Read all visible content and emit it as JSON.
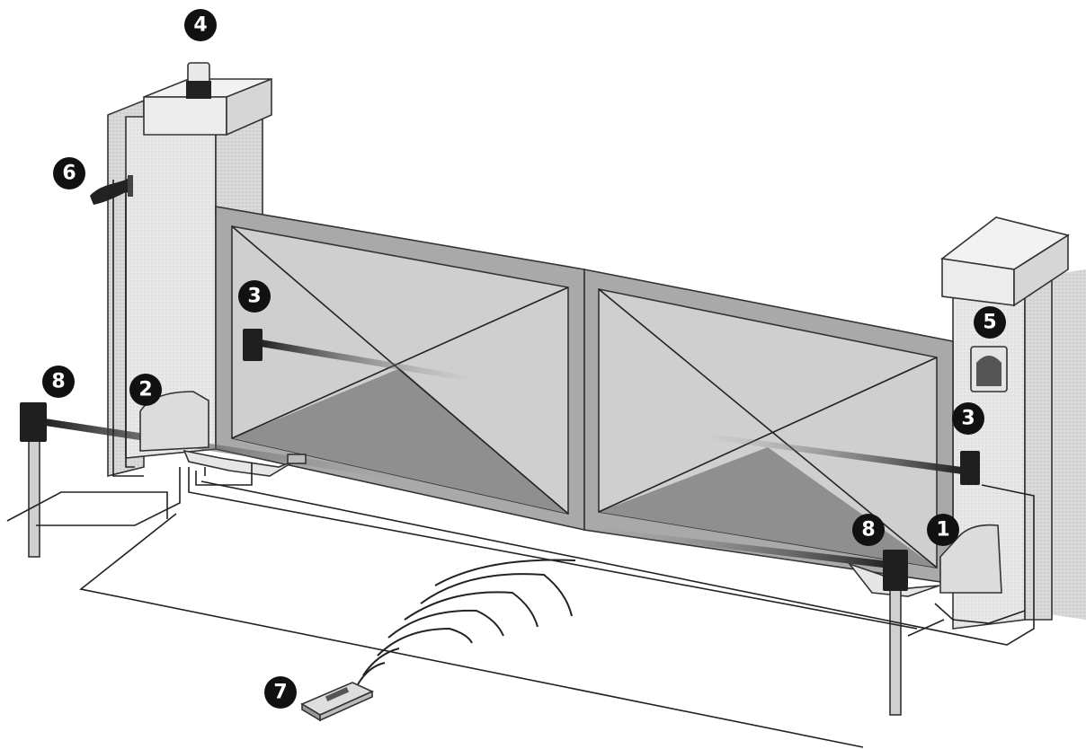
{
  "callouts": [
    {
      "id": "1",
      "label": "1"
    },
    {
      "id": "2",
      "label": "2"
    },
    {
      "id": "3a",
      "label": "3"
    },
    {
      "id": "3b",
      "label": "3"
    },
    {
      "id": "4",
      "label": "4"
    },
    {
      "id": "5",
      "label": "5"
    },
    {
      "id": "6",
      "label": "6"
    },
    {
      "id": "7",
      "label": "7"
    },
    {
      "id": "8a",
      "label": "8"
    },
    {
      "id": "8b",
      "label": "8"
    }
  ],
  "colors": {
    "pillar": "#e6e6e6",
    "pillar_shade": "#cfcfcf",
    "gate_frame": "#a9a9a9",
    "panel_light": "#c9c9c9",
    "panel_dark": "#8f8f8f",
    "device": "#1f1f1f",
    "badge": "#111111"
  },
  "icons": [
    "flashing-lamp-icon",
    "key-switch-icon",
    "remote-control-icon",
    "photocell-icon",
    "motor-unit-icon",
    "antenna-icon"
  ]
}
